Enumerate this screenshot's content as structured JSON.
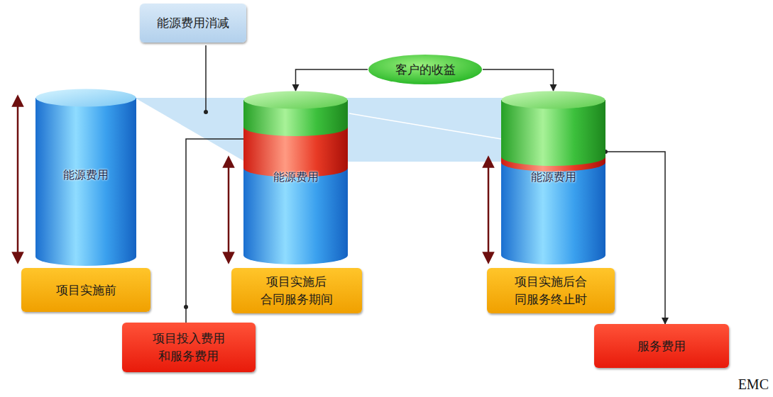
{
  "diagram": {
    "nodes": [
      {
        "text": [
          "能源费用消减"
        ]
      },
      {
        "text": [
          "客户的收益"
        ]
      },
      {
        "text": [
          "能源费用"
        ]
      },
      {
        "text": [
          "能源费用"
        ]
      },
      {
        "text": [
          "能源费用"
        ]
      },
      {
        "text": [
          "项目实施前"
        ]
      },
      {
        "text": [
          "项目实施后 合同服务期间"
        ]
      },
      {
        "text": [
          "项目实施后合同服务终止时"
        ]
      },
      {
        "text": [
          "项目投入费用和服务费用"
        ]
      },
      {
        "text": [
          "服务费用"
        ]
      }
    ],
    "edges": [
      {
        "from": 1,
        "to": 3,
        "arrow": "to"
      },
      {
        "from": 1,
        "to": 4,
        "arrow": "to"
      },
      {
        "from": 3,
        "to": 8,
        "arrow": "none"
      },
      {
        "from": 4,
        "to": 9,
        "arrow": "to"
      }
    ],
    "labels": [
      "EMC"
    ]
  }
}
